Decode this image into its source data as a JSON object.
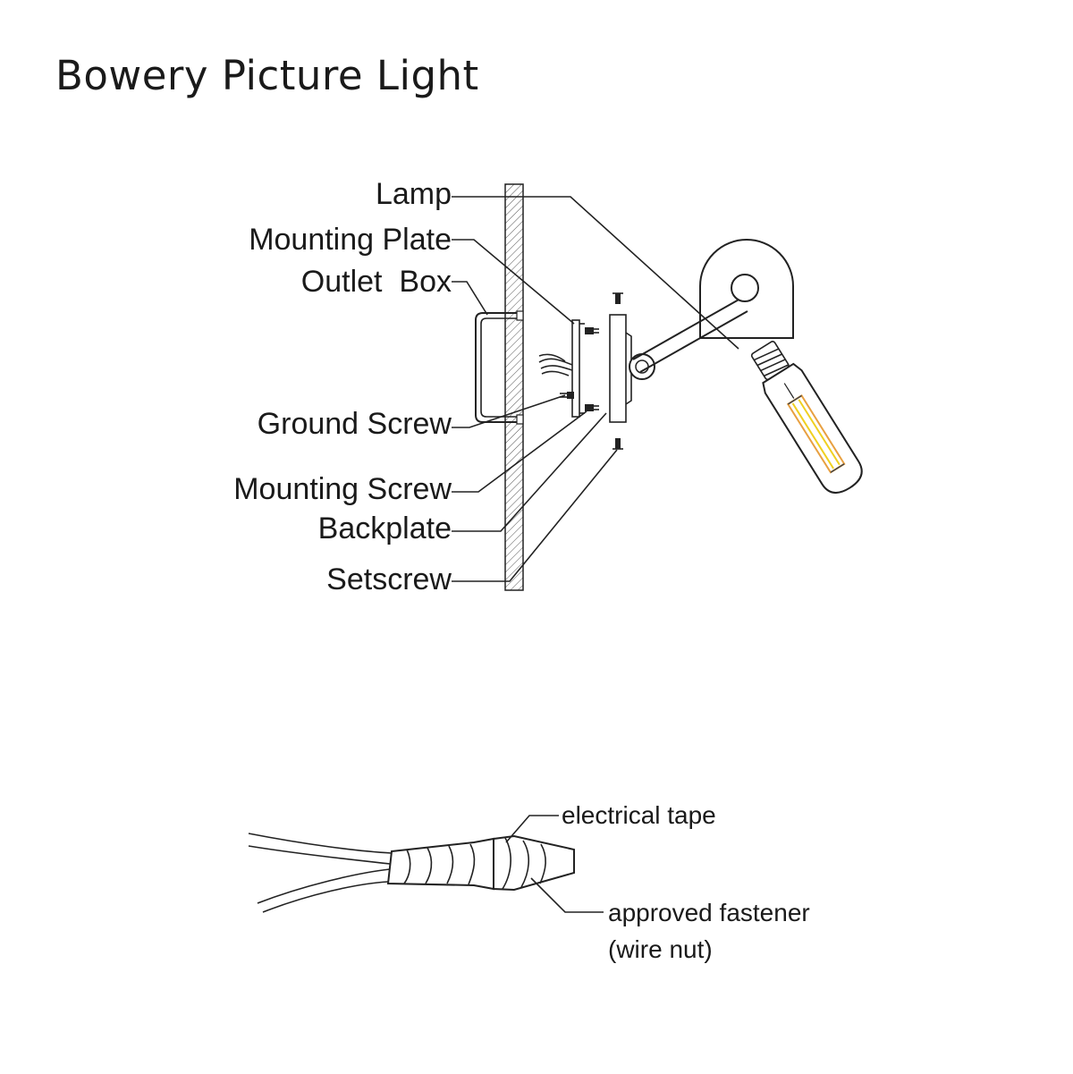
{
  "title": "Bowery Picture Light",
  "part_labels": {
    "lamp": "Lamp",
    "mounting_plate": "Mounting Plate",
    "outlet_box": "Outlet  Box",
    "ground_screw": "Ground Screw",
    "mounting_screw": "Mounting Screw",
    "backplate": "Backplate",
    "setscrew": "Setscrew"
  },
  "wire_labels": {
    "electrical_tape": "electrical tape",
    "approved_fastener_line1": "approved fastener",
    "approved_fastener_line2": "(wire nut)"
  },
  "colors": {
    "line": "#222222",
    "filament_orange": "#e8a040",
    "filament_yellow": "#f0d020"
  }
}
